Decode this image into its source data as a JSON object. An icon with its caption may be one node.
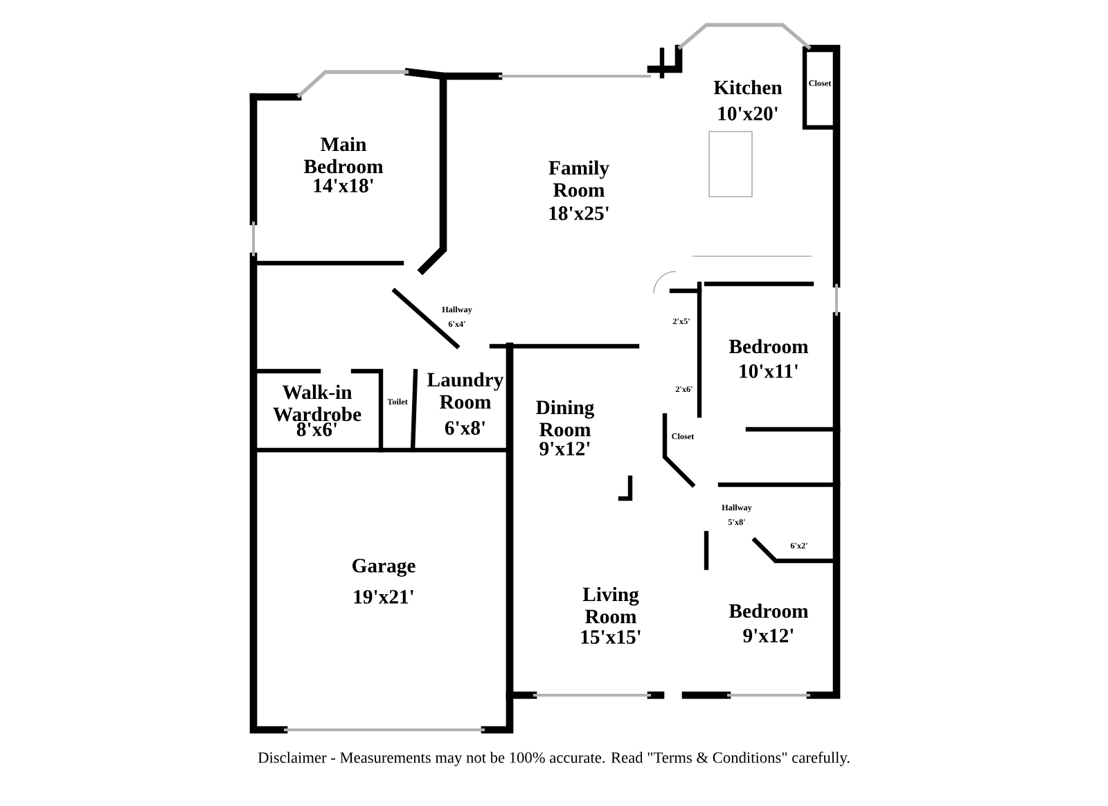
{
  "diagram": {
    "labels": [
      "Kitchen",
      "10'x20'",
      "Closet",
      "Main Bedroom",
      "14'x18'",
      "Family Room",
      "18'x25'",
      "Hallway",
      "6'x4'",
      "2'x5'",
      "Bedroom",
      "10'x11'",
      "Walk-in Wardrobe",
      "8'x6'",
      "Toilet",
      "Laundry Room",
      "6'x8'",
      "2'x6'",
      "Dining Room",
      "9'x12'",
      "Closet",
      "Hallway",
      "5'x8'",
      "6'x2'",
      "Garage",
      "19'x21'",
      "Living Room",
      "15'x15'",
      "Bedroom",
      "9'x12'",
      "Disclaimer - Measurements may not be 100% accurate. Read \"Terms & Conditions\" carefully."
    ]
  }
}
